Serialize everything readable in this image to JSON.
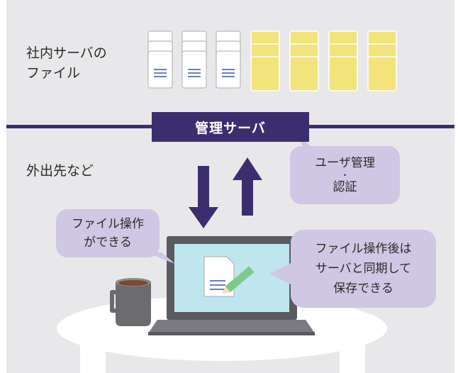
{
  "intranet_label_line1": "社内サーバの",
  "intranet_label_line2": "ファイル",
  "server_label": "管理サーバ",
  "outside_label": "外出先など",
  "auth_bubble": {
    "line1": "ユーザ管理",
    "line2": "・",
    "line3": "認証"
  },
  "file_op_bubble": {
    "line1": "ファイル操作",
    "line2": "ができる"
  },
  "sync_bubble": {
    "line1": "ファイル操作後は",
    "line2": "サーバと同期して",
    "line3": "保存できる"
  },
  "icons": {
    "documents": "document-stack-icon",
    "folders": "folder-stack-icon",
    "arrow_down": "arrow-down-icon",
    "arrow_up": "arrow-up-icon",
    "laptop": "laptop-icon",
    "mug": "coffee-mug-icon",
    "table": "table-icon",
    "edit": "document-edit-icon"
  },
  "colors": {
    "server": "#3c2e6e",
    "bubble": "#cfc7e4",
    "folder": "#f2e37a",
    "screen": "#bfe6ee",
    "background": "#e8e8ea"
  }
}
